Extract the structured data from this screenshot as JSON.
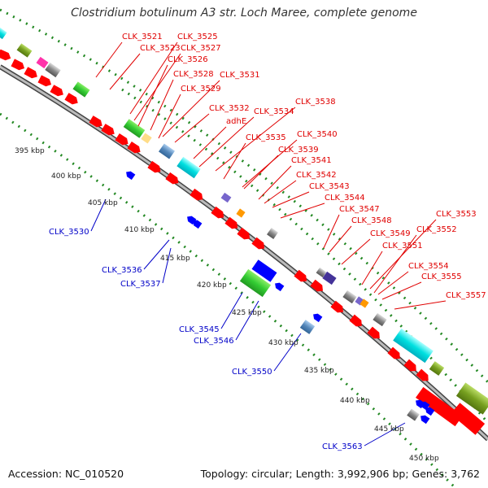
{
  "header": {
    "title": "Clostridium botulinum A3 str. Loch Maree, complete genome"
  },
  "footer": {
    "accession": "Accession: NC_010520",
    "summary": "Topology: circular; Length: 3,992,906 bp; Genes: 3,762"
  },
  "scale": {
    "ticks": [
      "395 kbp",
      "400 kbp",
      "405 kbp",
      "410 kbp",
      "415 kbp",
      "420 kbp",
      "425 kbp",
      "430 kbp",
      "435 kbp",
      "440 kbp",
      "445 kbp",
      "450 kbp"
    ]
  },
  "forward_gene_labels": [
    "CLK_3521",
    "CLK_3523",
    "CLK_3525",
    "CLK_3527",
    "CLK_3526",
    "CLK_3528",
    "CLK_3531",
    "CLK_3529",
    "CLK_3532",
    "adhE",
    "CLK_3534",
    "CLK_3538",
    "CLK_3535",
    "CLK_3540",
    "CLK_3539",
    "CLK_3541",
    "CLK_3542",
    "CLK_3543",
    "CLK_3544",
    "CLK_3547",
    "CLK_3548",
    "CLK_3549",
    "CLK_3551",
    "CLK_3553",
    "CLK_3552",
    "CLK_3554",
    "CLK_3555",
    "CLK_3557"
  ],
  "reverse_gene_labels": [
    "CLK_3530",
    "CLK_3536",
    "CLK_3537",
    "CLK_3545",
    "CLK_3546",
    "CLK_3550",
    "CLK_3563"
  ],
  "colors": {
    "forward_label": "#e00000",
    "reverse_label": "#0000c8",
    "forward_gene": "#ff0000",
    "reverse_gene": "#0000ff",
    "rna_gene": "#00e0e0",
    "cds_green": "#33cc33",
    "olive": "#77a020",
    "grey": "#666666",
    "steel": "#5588bb",
    "tick": "#228822",
    "backbone": "#999999"
  }
}
